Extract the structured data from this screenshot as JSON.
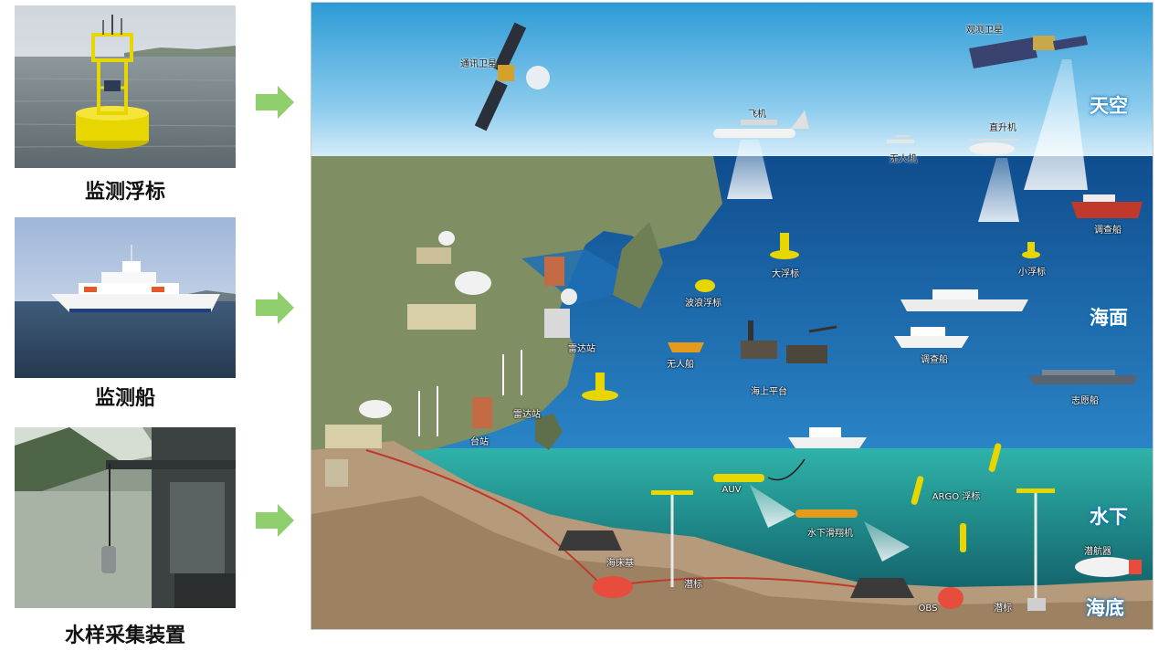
{
  "left_panel": {
    "items": [
      {
        "caption": "监测浮标",
        "photo_icon": "yellow-buoy-photo"
      },
      {
        "caption": "监测船",
        "photo_icon": "white-ship-photo"
      },
      {
        "caption": "水样采集装置",
        "photo_icon": "water-sampler-photo"
      }
    ],
    "arrow_color": "#8fcf6e"
  },
  "diagram": {
    "layers": {
      "sky": "天空",
      "surface": "海面",
      "underwater": "水下",
      "seabed": "海底"
    },
    "labels": {
      "comm_satellite": "通讯卫星",
      "obs_satellite": "观测卫星",
      "airplane": "飞机",
      "helicopter": "直升机",
      "drone": "无人机",
      "survey_ship_right": "调查船",
      "large_buoy": "大浮标",
      "small_buoy": "小浮标",
      "wave_buoy": "波浪浮标",
      "survey_ship_mid": "调查船",
      "radar_station_top": "雷达站",
      "unmanned_boat": "无人船",
      "offshore_platform": "海上平台",
      "volunteer_ship": "志愿船",
      "radar_station_bottom": "雷达站",
      "station": "台站",
      "auv": "AUV",
      "argo": "ARGO 浮标",
      "glider": "水下滑翔机",
      "seabed_base": "海床基",
      "subsurface_buoy_left": "潜标",
      "subsurface_buoy_right": "潜标",
      "obs": "OBS",
      "submersible": "潜航器"
    },
    "colors": {
      "sky_top": "#2c9bd6",
      "sky_bottom": "#d4ecf9",
      "sea": "#1f6fb4",
      "underwater": "#0f6d77",
      "land": "#7f8f63",
      "seabed": "#b59b7c",
      "layer_text": "#ffffff"
    }
  }
}
